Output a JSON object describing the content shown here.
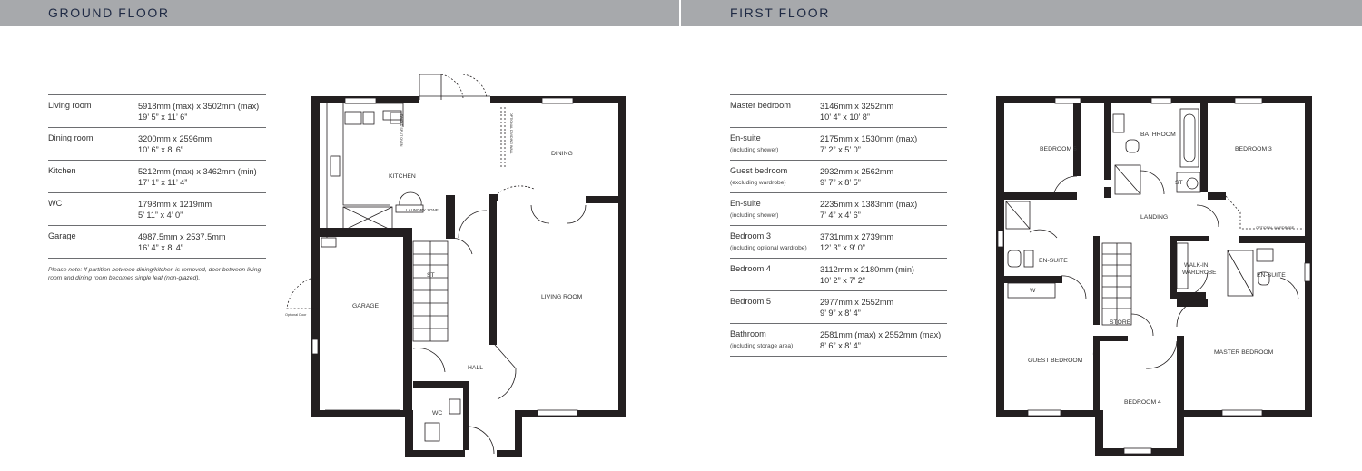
{
  "headers": {
    "ground": "GROUND FLOOR",
    "first": "FIRST FLOOR"
  },
  "ground_rooms": [
    {
      "name": "Living room",
      "sub": "",
      "metric": "5918mm (max) x 3502mm (max)",
      "imperial": "19’ 5” x 11’ 6”"
    },
    {
      "name": "Dining room",
      "sub": "",
      "metric": "3200mm x 2596mm",
      "imperial": "10’ 6” x 8’ 6”"
    },
    {
      "name": "Kitchen",
      "sub": "",
      "metric": "5212mm (max) x 3462mm (min)",
      "imperial": "17’ 1” x 11’ 4”"
    },
    {
      "name": "WC",
      "sub": "",
      "metric": "1798mm x 1219mm",
      "imperial": "5’ 11” x 4’ 0”"
    },
    {
      "name": "Garage",
      "sub": "",
      "metric": "4987.5mm x 2537.5mm",
      "imperial": "16’ 4” x 8’ 4”"
    }
  ],
  "ground_note": "Please note: If partition between dining/kitchen is removed, door between living room and dining room becomes single leaf (non-glazed).",
  "first_rooms": [
    {
      "name": "Master bedroom",
      "sub": "",
      "metric": "3146mm x 3252mm",
      "imperial": "10’ 4” x 10’ 8”"
    },
    {
      "name": "En-suite",
      "sub": "(including shower)",
      "metric": "2175mm x 1530mm (max)",
      "imperial": "7’ 2” x 5’ 0”"
    },
    {
      "name": "Guest bedroom",
      "sub": "(excluding wardrobe)",
      "metric": "2932mm x 2562mm",
      "imperial": "9’ 7” x 8’ 5”"
    },
    {
      "name": "En-suite",
      "sub": "(including shower)",
      "metric": "2235mm x 1383mm (max)",
      "imperial": "7’ 4” x 4’ 6”"
    },
    {
      "name": "Bedroom 3",
      "sub": "(including optional wardrobe)",
      "metric": "3731mm x 2739mm",
      "imperial": "12’ 3” x 9’ 0”"
    },
    {
      "name": "Bedroom 4",
      "sub": "",
      "metric": "3112mm x 2180mm (min)",
      "imperial": "10’ 2” x 7’ 2”"
    },
    {
      "name": "Bedroom 5",
      "sub": "",
      "metric": "2977mm x 2552mm",
      "imperial": "9’ 9” x 8’ 4”"
    },
    {
      "name": "Bathroom",
      "sub": "(including storage area)",
      "metric": "2581mm (max) x 2552mm (max)",
      "imperial": "8’ 6” x 8’ 4”"
    }
  ],
  "ground_plan_labels": {
    "kitchen": "KITCHEN",
    "dining": "DINING",
    "laundry": "LAUNDRY ZONE",
    "garage": "GARAGE",
    "living": "LIVING ROOM",
    "hall": "HALL",
    "wc": "WC",
    "st": "ST",
    "optional_door": "Optional Door",
    "raised_oven": "RAISED SPLIT OVEN",
    "optional_wall": "OPTIONAL DIVIDING WALL"
  },
  "first_plan_labels": {
    "bedroom5": "BEDROOM 5",
    "bathroom": "BATHROOM",
    "bedroom3": "BEDROOM 3",
    "landing": "LANDING",
    "st": "ST",
    "optional_wardrobe": "OPTIONAL WARDROBE",
    "ensuite_left": "EN-SUITE",
    "walkin": "WALK-IN",
    "wardrobe": "WARDROBE",
    "ensuite_right": "EN-SUITE",
    "w": "W",
    "store": "STORE",
    "guest": "GUEST BEDROOM",
    "master": "MASTER BEDROOM",
    "bedroom4": "BEDROOM 4"
  }
}
